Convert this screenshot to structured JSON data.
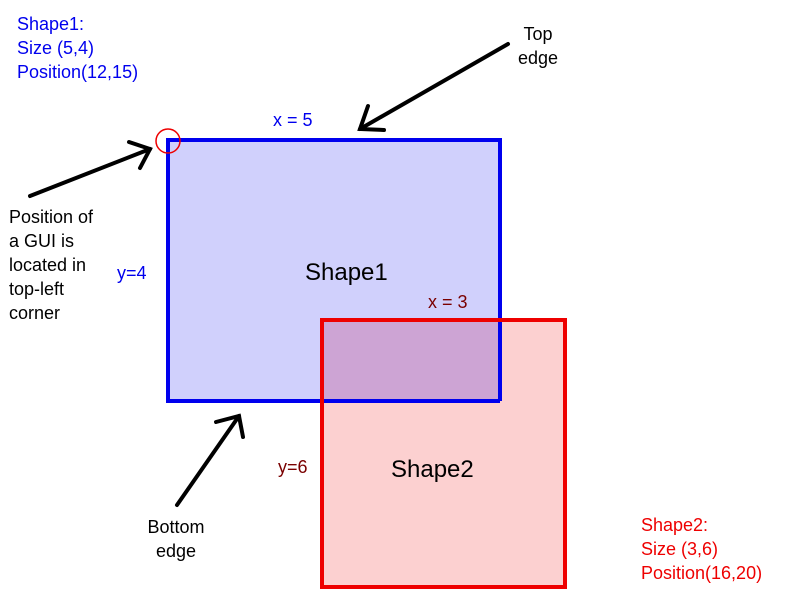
{
  "shape1": {
    "title": "Shape1",
    "info": [
      "Shape1:",
      "Size (5,4)",
      "Position(12,15)"
    ],
    "width_label": "x = 5",
    "height_label": "y=4",
    "fill_color": "#d0d0fc",
    "stroke_color": "#0000ee"
  },
  "shape2": {
    "title": "Shape2",
    "info": [
      "Shape2:",
      "Size (3,6)",
      "Position(16,20)"
    ],
    "width_label": "x = 3",
    "height_label": "y=6",
    "fill_color": "#fcd0d0",
    "stroke_color": "#ee0000"
  },
  "overlap_color": "#cda4d4",
  "annotations": {
    "top_edge": [
      "Top",
      "edge"
    ],
    "bottom_edge": [
      "Bottom",
      "edge"
    ],
    "position_note": [
      "Position of",
      "a GUI is",
      "located in",
      "top-left",
      "corner"
    ]
  }
}
